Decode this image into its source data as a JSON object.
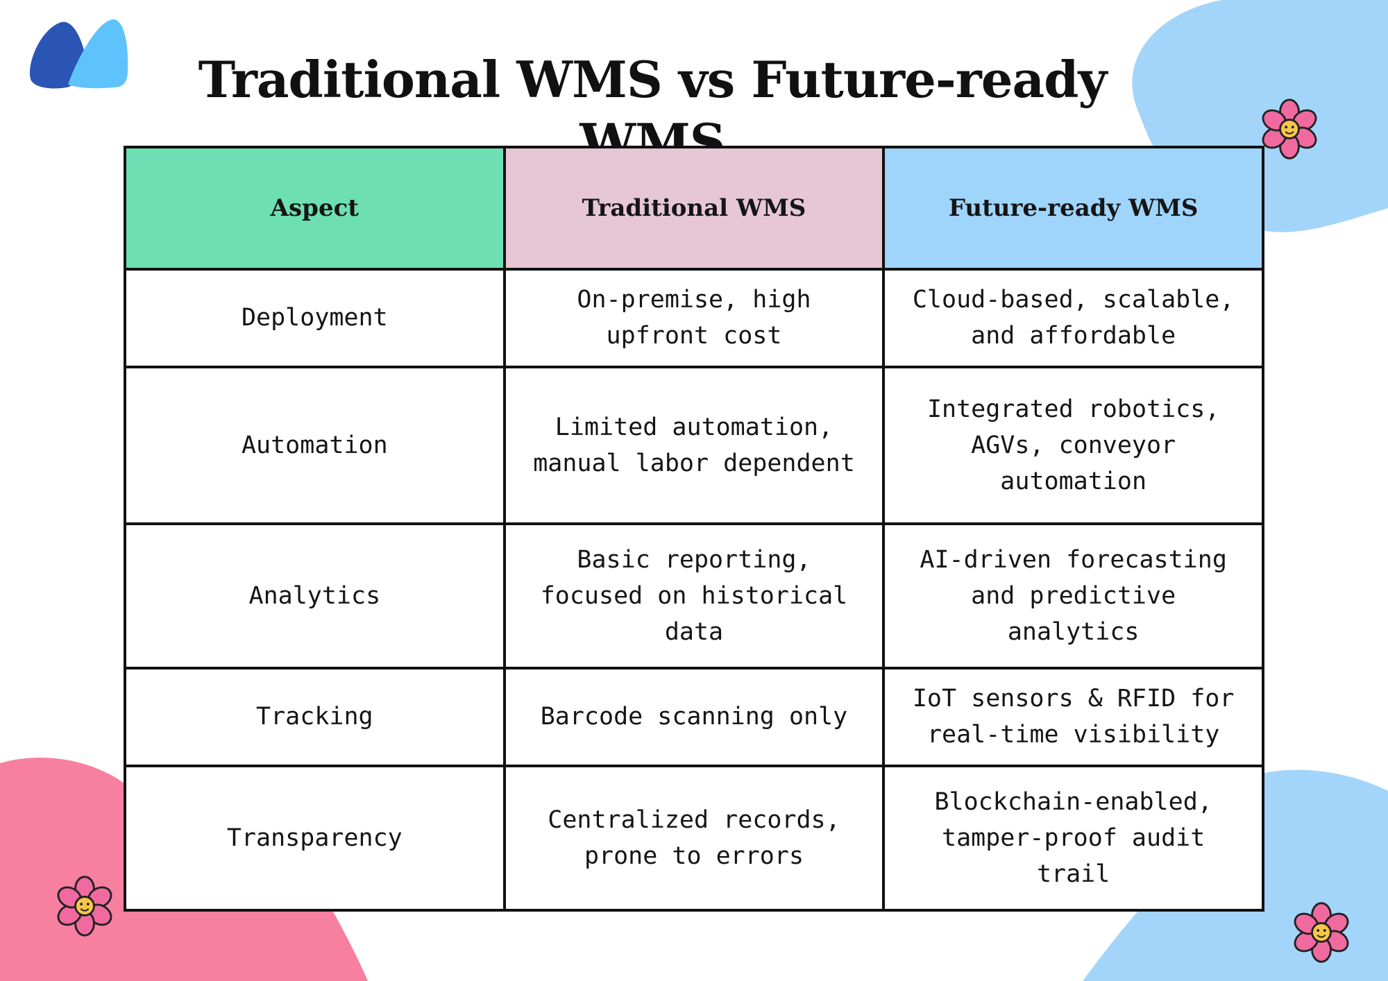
{
  "title": "Traditional WMS vs Future-ready WMS",
  "colors": {
    "aspect_header": "#6ddfb2",
    "traditional_header": "#e6c7d3",
    "future_header": "#9fd4fb",
    "blob_blue": "#a3d5fb",
    "blob_pink": "#f77fa0",
    "logo_dark": "#2a55b5",
    "logo_light": "#5fc3fb"
  },
  "table": {
    "headers": [
      "Aspect",
      "Traditional WMS",
      "Future-ready WMS"
    ],
    "rows": [
      [
        "Deployment",
        "On-premise, high upfront cost",
        "Cloud-based, scalable, and affordable"
      ],
      [
        "Automation",
        "Limited automation, manual labor dependent",
        "Integrated robotics, AGVs, conveyor automation"
      ],
      [
        "Analytics",
        "Basic reporting, focused on historical data",
        "AI-driven forecasting and predictive analytics"
      ],
      [
        "Tracking",
        "Barcode scanning only",
        "IoT sensors & RFID for real-time visibility"
      ],
      [
        "Transparency",
        "Centralized records, prone to errors",
        "Blockchain-enabled, tamper-proof audit trail"
      ]
    ]
  }
}
